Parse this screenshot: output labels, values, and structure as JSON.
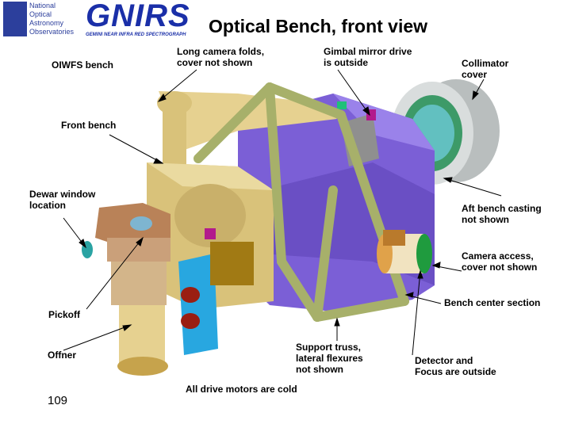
{
  "logo": {
    "organization": "National\nOptical\nAstronomy\nObservatories",
    "name": "GNIRS",
    "subtitle": "GEMINI NEAR INFRA RED SPECTROGRAPH"
  },
  "title": "Optical Bench, front view",
  "labels": {
    "oiwfs_bench": "OIWFS bench",
    "camera_folds": "Long camera folds,\ncover not shown",
    "gimbal_mirror": "Gimbal mirror drive\nis outside",
    "collimator_cover": "Collimator\ncover",
    "front_bench": "Front bench",
    "dewar_window": "Dewar window\nlocation",
    "aft_bench": "Aft bench casting\nnot shown",
    "camera_access": "Camera access,\ncover not shown",
    "bench_center": "Bench center section",
    "pickoff": "Pickoff",
    "offner": "Offner",
    "support_truss": "Support truss,\nlateral flexures\nnot shown",
    "detector_focus": "Detector and\nFocus are outside",
    "drive_motors": "All drive motors are cold"
  },
  "page_number": "109",
  "colors": {
    "bench_purple": "#7b5fd6",
    "bench_tan": "#d9c27a",
    "truss_green": "#a7b06a",
    "copper": "#b98258",
    "collimator_gray": "#cfd3d3",
    "collimator_green": "#2f8e5a",
    "motor_red": "#9a1e12",
    "mount_blue": "#28a7e0",
    "logo_blue": "#1a2fa8"
  }
}
